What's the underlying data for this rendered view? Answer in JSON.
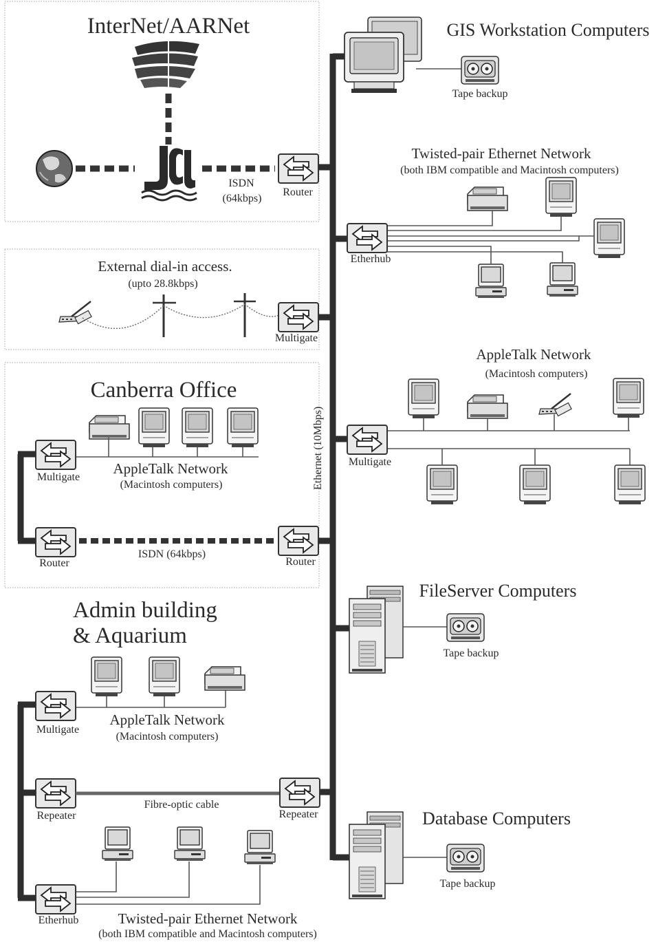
{
  "regions": {
    "internet": {
      "title": "InterNet/AARNet",
      "isdn_line1": "ISDN",
      "isdn_line2": "(64kbps)",
      "router": "Router"
    },
    "dialin": {
      "title": "External dial-in access.",
      "subtitle": "(upto 28.8kbps)",
      "multigate": "Multigate"
    },
    "canberra": {
      "title": "Canberra Office",
      "multigate": "Multigate",
      "network": "AppleTalk Network",
      "network_sub": "(Macintosh computers)",
      "router_left": "Router",
      "router_right": "Router",
      "isdn": "ISDN (64kbps)"
    },
    "admin": {
      "title_line1": "Admin building",
      "title_line2": "& Aquarium",
      "multigate": "Multigate",
      "network": "AppleTalk Network",
      "network_sub": "(Macintosh computers)",
      "repeater_left": "Repeater",
      "repeater_right": "Repeater",
      "fibre": "Fibre-optic cable",
      "etherhub": "Etherhub",
      "tp_network": "Twisted-pair Ethernet Network",
      "tp_sub": "(both IBM compatible and Macintosh computers)"
    }
  },
  "backbone": {
    "label": "Ethernet (10Mbps)"
  },
  "right": {
    "gis": {
      "title": "GIS Workstation Computers",
      "tape": "Tape backup"
    },
    "twisted": {
      "title": "Twisted-pair Ethernet Network",
      "sub": "(both IBM compatible and Macintosh computers)",
      "hub": "Etherhub"
    },
    "appletalk": {
      "title": "AppleTalk Network",
      "sub": "(Macintosh computers)",
      "multigate": "Multigate"
    },
    "fileserver": {
      "title": "FileServer Computers",
      "tape": "Tape backup"
    },
    "database": {
      "title": "Database Computers",
      "tape": "Tape backup"
    }
  },
  "logos": {
    "aarnet": "AARNet",
    "jcu": "JCU"
  }
}
